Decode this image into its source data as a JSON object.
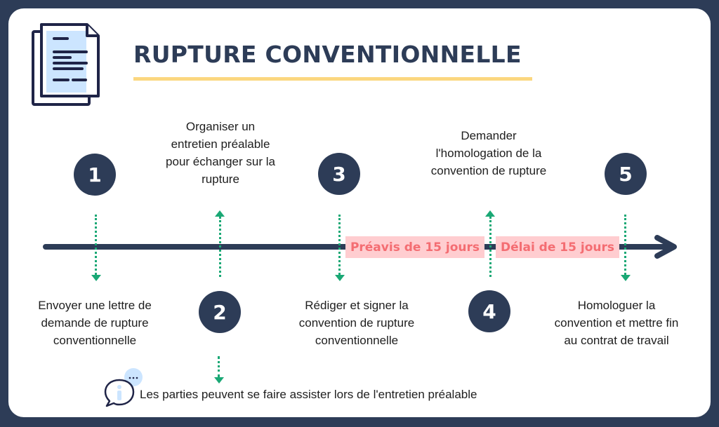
{
  "title": "RUPTURE CONVENTIONNELLE",
  "header_icon": "document-icon",
  "colors": {
    "frame": "#2d3c57",
    "accent_underline": "#fbd77f",
    "period_bg": "#ffcdd0",
    "period_text": "#f46d72",
    "arrow_green": "#1aa875",
    "info_bubble": "#cce5ff"
  },
  "steps": [
    {
      "number": "1",
      "lines": [
        "Envoyer une lettre de",
        "demande de rupture",
        "conventionnelle"
      ]
    },
    {
      "number": "2",
      "lines": [
        "Organiser un",
        "entretien préalable",
        "pour échanger sur la",
        "rupture"
      ]
    },
    {
      "number": "3",
      "lines": [
        "Rédiger et signer la",
        "convention de rupture",
        "conventionnelle"
      ]
    },
    {
      "number": "4",
      "lines": [
        "Demander",
        "l'homologation de la",
        "convention de rupture"
      ]
    },
    {
      "number": "5",
      "lines": [
        "Homologuer la",
        "convention et mettre fin",
        "au contrat de travail"
      ]
    }
  ],
  "periods": [
    {
      "label": "Préavis de 15 jours"
    },
    {
      "label": "Délai de 15 jours"
    }
  ],
  "note": {
    "icon": "info-chat-icon",
    "text": "Les parties peuvent se faire assister lors de l'entretien préalable"
  }
}
